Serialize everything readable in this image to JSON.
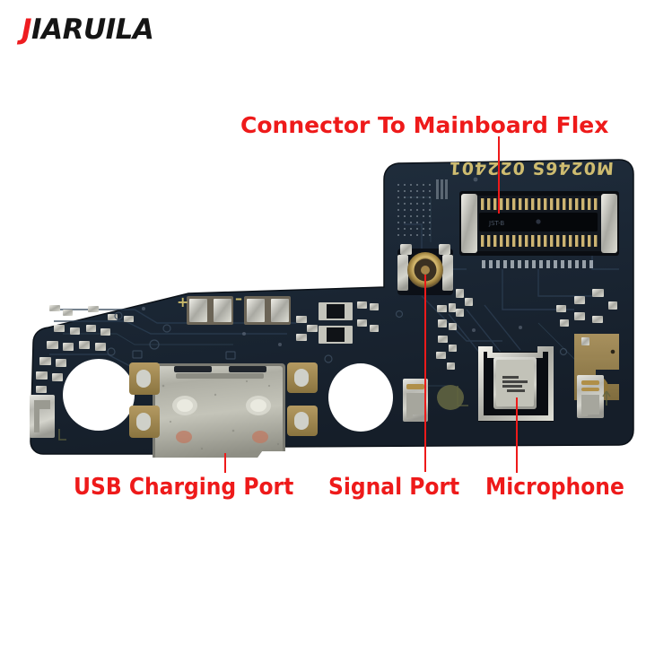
{
  "brand": {
    "first_letter": "J",
    "rest": "IARUILA",
    "accent_color": "#ee1c20",
    "text_color": "#151515"
  },
  "labels": {
    "accent_color": "#ee1a1a",
    "connector": "Connector To Mainboard Flex",
    "usb": "USB Charging Port",
    "signal": "Signal Port",
    "microphone": "Microphone"
  },
  "board": {
    "pcb_color": "#1b2735",
    "pcb_color_dark": "#141d28",
    "pcb_color_light": "#243448",
    "silkscreen_color": "#c9b96a",
    "metal_color": "#c9c9c3",
    "gold_color": "#b99a4f",
    "part_number": "M0246S 022401",
    "polarity_plus": "+",
    "polarity_minus": "–"
  },
  "background_color": "#ffffff"
}
